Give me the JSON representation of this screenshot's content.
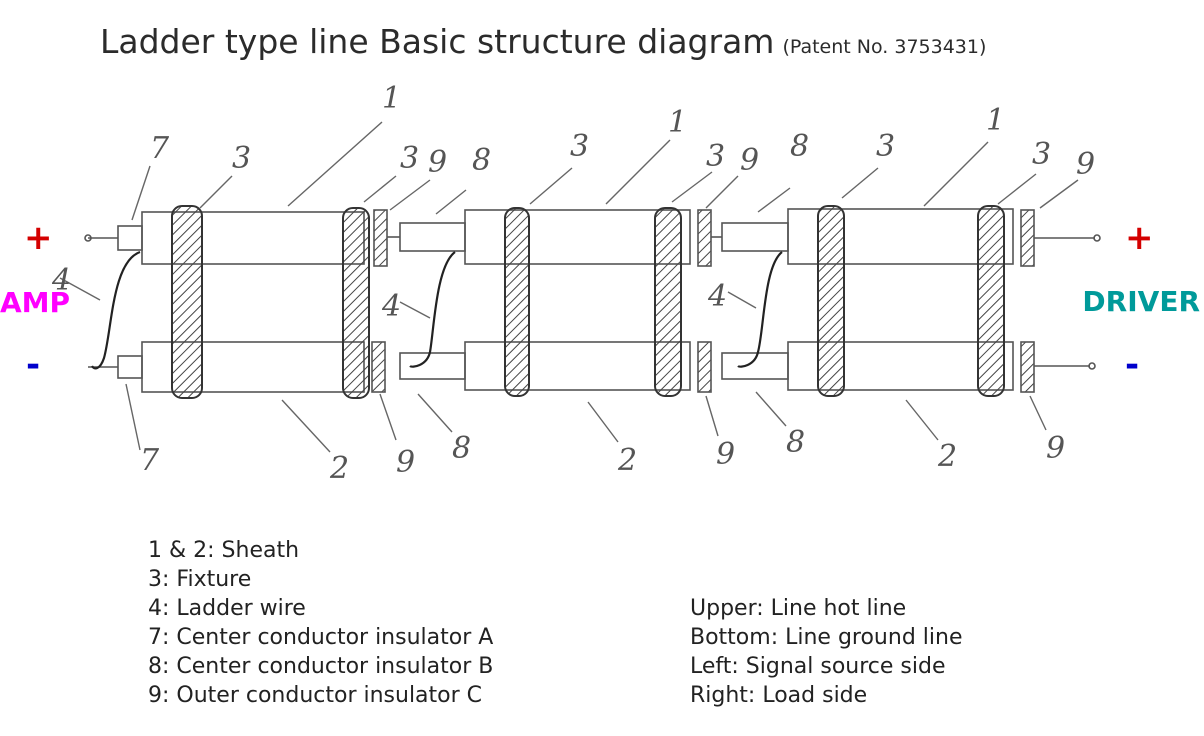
{
  "title": "Ladder type line Basic structure diagram",
  "subtitle": "(Patent No. 3753431)",
  "left_label": "AMP",
  "right_label": "DRIVER",
  "plus_sign": "+",
  "minus_sign": "-",
  "colors": {
    "amp": "#ff00ff",
    "driver": "#009a9a",
    "plus": "#d40000",
    "minus": "#0000cc"
  },
  "callouts": {
    "sheath_upper": "1",
    "sheath_lower": "2",
    "fixture": "3",
    "ladder_wire": "4",
    "insulator_a": "7",
    "insulator_b": "8",
    "insulator_c": "9"
  },
  "legend_left": [
    "1 & 2: Sheath",
    "3: Fixture",
    "4: Ladder wire",
    "7: Center conductor insulator A",
    "8: Center conductor insulator B",
    "9: Outer conductor insulator C"
  ],
  "legend_right": [
    "Upper: Line hot line",
    "Bottom: Line ground line",
    "Left: Signal source side",
    "Right: Load side"
  ]
}
